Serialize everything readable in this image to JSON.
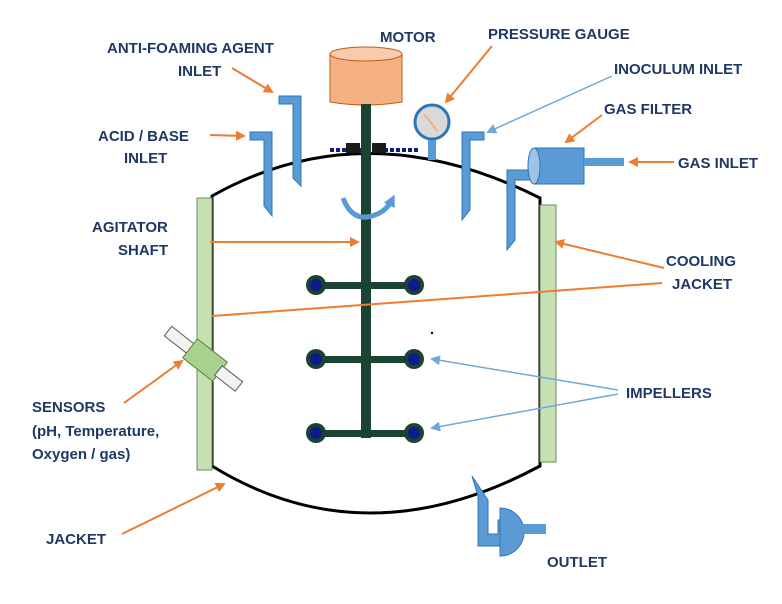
{
  "labels": {
    "motor": "MOTOR",
    "pressure_gauge": "PRESSURE GAUGE",
    "anti_foaming_1": "ANTI-FOAMING AGENT",
    "anti_foaming_2": "INLET",
    "inoculum_inlet": "INOCULUM INLET",
    "gas_filter": "GAS FILTER",
    "acid_base_1": "ACID / BASE",
    "acid_base_2": "INLET",
    "gas_inlet": "GAS INLET",
    "agitator_1": "AGITATOR",
    "agitator_2": "SHAFT",
    "cooling_1": "COOLING",
    "cooling_2": "JACKET",
    "impellers": "IMPELLERS",
    "sensors_1": "SENSORS",
    "sensors_2": "(pH, Temperature,",
    "sensors_3": "Oxygen / gas)",
    "jacket": "JACKET",
    "outlet": "OUTLET"
  },
  "colors": {
    "label_text": "#1f3864",
    "orange_arrow": "#ed7d31",
    "blue_arrow": "#6fa8dc",
    "vessel_outline": "#000000",
    "jacket_fill": "#c6e0b4",
    "motor_fill": "#f4b183",
    "shaft": "#1b4332",
    "impeller_blade": "#0d1b8c",
    "pipe_fill": "#5b9bd5",
    "gauge_fill": "#d9d9d9"
  }
}
